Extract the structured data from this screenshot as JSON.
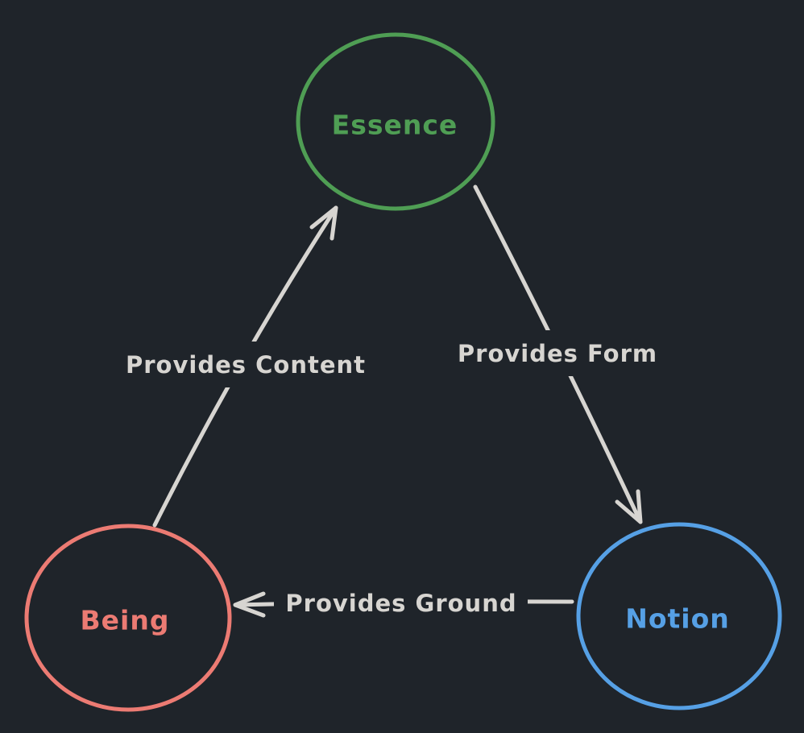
{
  "canvas": {
    "background": "#1f242a",
    "arrow_color": "#d7d5d1",
    "label_color": "#d7d5d1"
  },
  "nodes": [
    {
      "id": "essence",
      "label": "Essence",
      "color": "#4f9e54"
    },
    {
      "id": "being",
      "label": "Being",
      "color": "#ec7b73"
    },
    {
      "id": "notion",
      "label": "Notion",
      "color": "#56a0e5"
    }
  ],
  "edges": [
    {
      "id": "being-to-essence",
      "label": "Provides Content"
    },
    {
      "id": "essence-to-notion",
      "label": "Provides Form"
    },
    {
      "id": "notion-to-being",
      "label": "Provides Ground"
    }
  ]
}
